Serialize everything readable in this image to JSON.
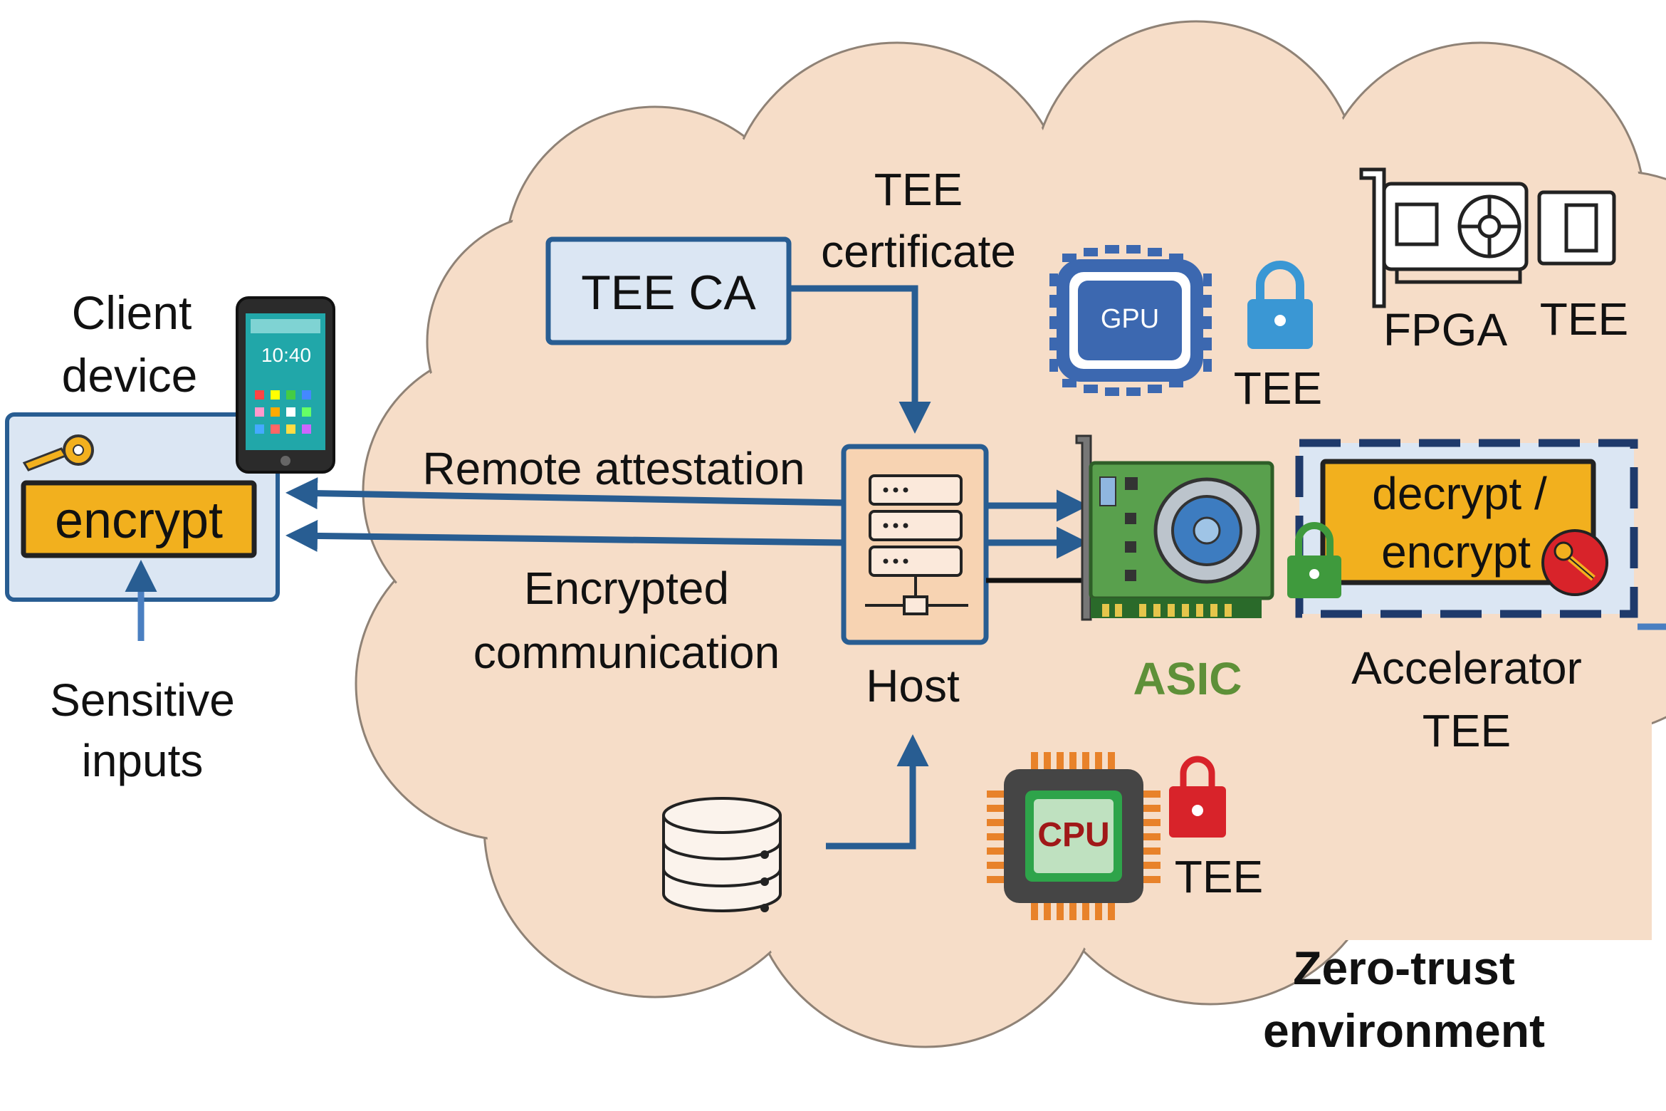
{
  "client": {
    "label_line1": "Client",
    "label_line2": "device",
    "phone_time": "10:40",
    "encrypt_label": "encrypt",
    "inputs_line1": "Sensitive",
    "inputs_line2": "inputs"
  },
  "ca": {
    "box_label": "TEE CA",
    "cert_line1": "TEE",
    "cert_line2": "certificate"
  },
  "links": {
    "attestation": "Remote attestation",
    "comm_line1": "Encrypted",
    "comm_line2": "communication"
  },
  "host": {
    "label": "Host"
  },
  "gpu": {
    "chip_text": "GPU",
    "tee_label": "TEE"
  },
  "fpga": {
    "label": "FPGA",
    "tee_label": "TEE"
  },
  "asic": {
    "label": "ASIC"
  },
  "accelerator": {
    "box_line1": "decrypt /",
    "box_line2": "encrypt",
    "label_line1": "Accelerator",
    "label_line2": "TEE"
  },
  "cpu": {
    "chip_text": "CPU",
    "tee_label": "TEE"
  },
  "environment": {
    "line1": "Zero-trust",
    "line2": "environment"
  },
  "colors": {
    "cloud": "#fad9c4",
    "arrow": "#285d92",
    "box_fill": "#dbe6f3",
    "key_yellow": "#f2b01e",
    "gpu_blue": "#3c68b0",
    "lock_blue": "#3a97d4",
    "lock_green": "#3f9a3d",
    "lock_red": "#d8232a",
    "asic_green": "#5e9038"
  }
}
